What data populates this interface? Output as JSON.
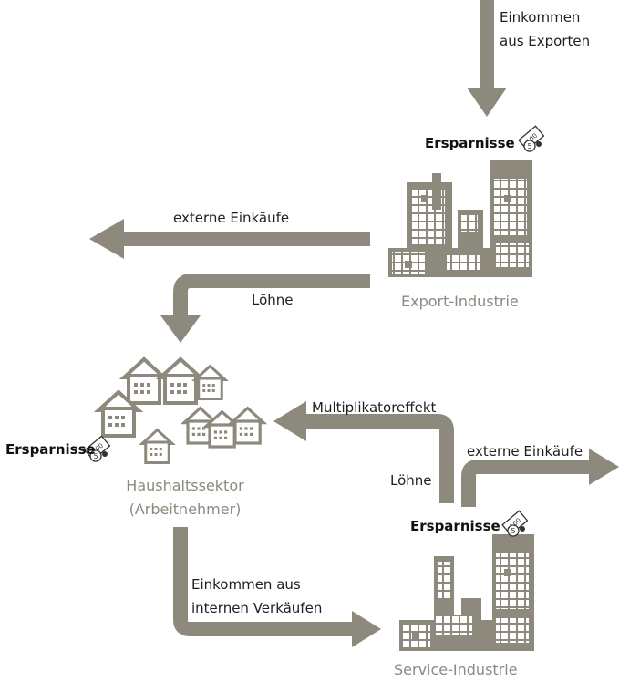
{
  "labels": {
    "income_exports_1": "Einkommen",
    "income_exports_2": "aus Exporten",
    "savings": "Ersparnisse",
    "external_purchases": "externe Einkäufe",
    "wages": "Löhne",
    "export_industry": "Export-Industrie",
    "household_sector_1": "Haushaltssektor",
    "household_sector_2": "(Arbeitnehmer)",
    "multiplier_effect": "Multiplikatoreffekt",
    "income_internal_1": "Einkommen aus",
    "income_internal_2": "internen Verkäufen",
    "service_industry": "Service-Industrie"
  },
  "colors": {
    "arrow": "#8d8a7d",
    "building": "#8d8a7d",
    "caption_grey": "#8c8a7e",
    "text": "#1f1f1f"
  },
  "icons": {
    "money": "banknote-coin-icon",
    "factory": "factory-icon",
    "houses": "houses-icon"
  }
}
